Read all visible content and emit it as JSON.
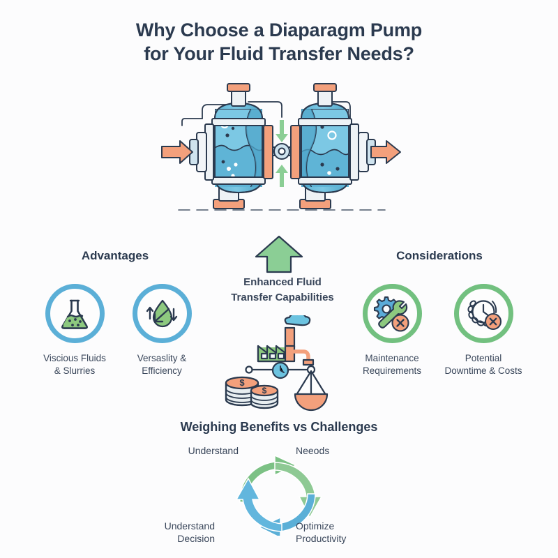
{
  "page": {
    "background_color": "#fcfcfd",
    "text_color": "#2b3a4f"
  },
  "title": {
    "line1": "Why Choose a Diaparagm Pump",
    "line2": "for Your Fluid Transfer Needs?"
  },
  "hero": {
    "icon": "diaphragm-pump-diagram",
    "colors": {
      "body_blue": "#6fbedd",
      "body_blue_dark": "#4da3c7",
      "accent_orange": "#f3a07c",
      "outline_navy": "#2b3a4f",
      "metal_grey": "#e8edf1",
      "flow_green": "#8bce95"
    }
  },
  "advantages": {
    "header": "Advantages",
    "ring_color": "#5bafd7",
    "items": [
      {
        "icon": "flask-icon",
        "label_line1": "Viscious Fluids",
        "label_line2": "& Slurries"
      },
      {
        "icon": "droplet-recycle-icon",
        "label_line1": "Versaslity &",
        "label_line2": "Efficiency"
      }
    ]
  },
  "considerations": {
    "header": "Considerations",
    "ring_color": "#72c07f",
    "items": [
      {
        "icon": "gear-wrench-error-icon",
        "label_line1": "Maintenance",
        "label_line2": "Requirements"
      },
      {
        "icon": "clock-chain-error-icon",
        "label_line1": "Potential",
        "label_line2": "Downtime & Costs"
      }
    ]
  },
  "center": {
    "arrow_icon": "up-arrow-icon",
    "arrow_color": "#8bce95",
    "caption_line1": "Enhanced Fluid",
    "caption_line2": "Transfer Capabilities",
    "illustration_icon": "factory-money-scales-icon"
  },
  "bottom": {
    "header": "Weighing Benefits vs Challenges",
    "cycle_icon": "circular-arrows-icon",
    "cycle_colors": {
      "top_arc": "#7cc185",
      "bottom_arc": "#5bafd7"
    },
    "labels": {
      "top_left": "Understand",
      "top_right": "Neeods",
      "bottom_left_line1": "Understand",
      "bottom_left_line2": "Decision",
      "bottom_right_line1": "Optimize",
      "bottom_right_line2": "Productivity"
    }
  }
}
